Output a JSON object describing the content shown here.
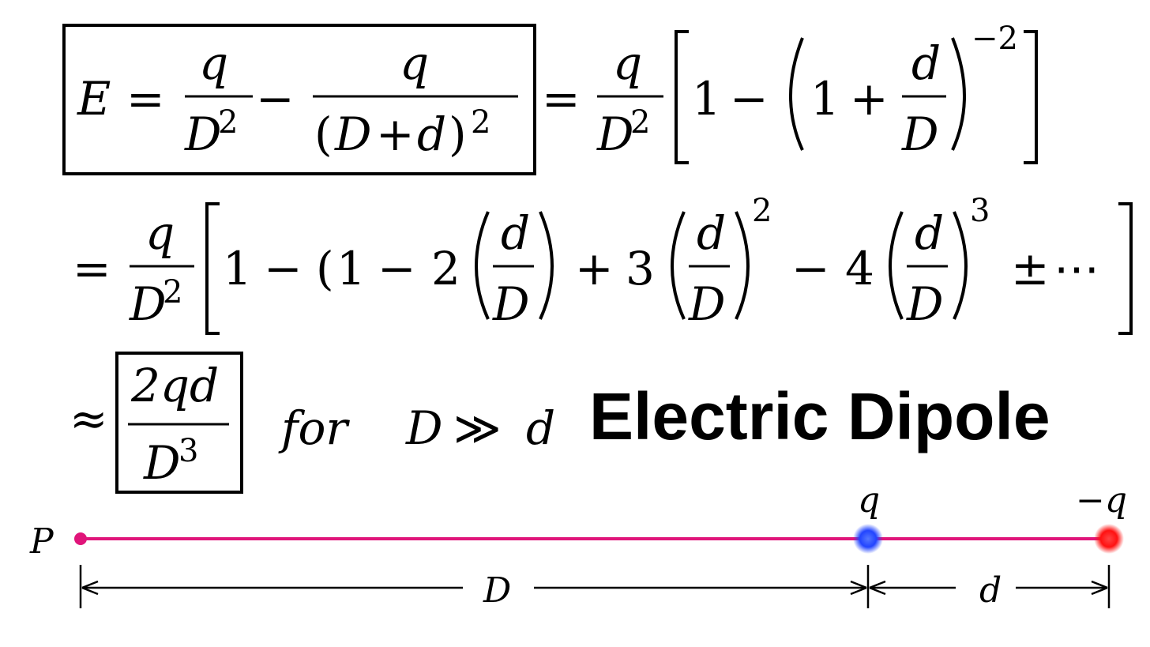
{
  "equation": {
    "line1": {
      "E": "E",
      "eq": "=",
      "q": "q",
      "D": "D",
      "sq": "2",
      "minus": "−",
      "lp": "(",
      "rp": ")",
      "plus": "+",
      "d": "d",
      "one": "1",
      "neg2": "−2"
    },
    "line2": {
      "eq": "=",
      "q": "q",
      "D": "D",
      "sq": "2",
      "one": "1",
      "minus": "−",
      "lp": "(",
      "two": "2",
      "plus": "+",
      "three": "3",
      "four": "4",
      "d": "d",
      "pm": "±",
      "dots": "⋯"
    },
    "line3": {
      "approx": "≈",
      "numerator": "2qd",
      "D": "D",
      "cube": "3",
      "for": "for",
      "condition_D": "D",
      "much_greater": "≫",
      "condition_d": "d"
    }
  },
  "title": "Electric Dipole",
  "diagram": {
    "point_label": "P",
    "positive_charge_label": "q",
    "negative_charge_label": "−q",
    "distance_D_label": "D",
    "distance_d_label": "d",
    "colors": {
      "line": "#e0157a",
      "point": "#e0157a",
      "positive_charge": "#2244ff",
      "negative_charge": "#ff1111"
    }
  }
}
